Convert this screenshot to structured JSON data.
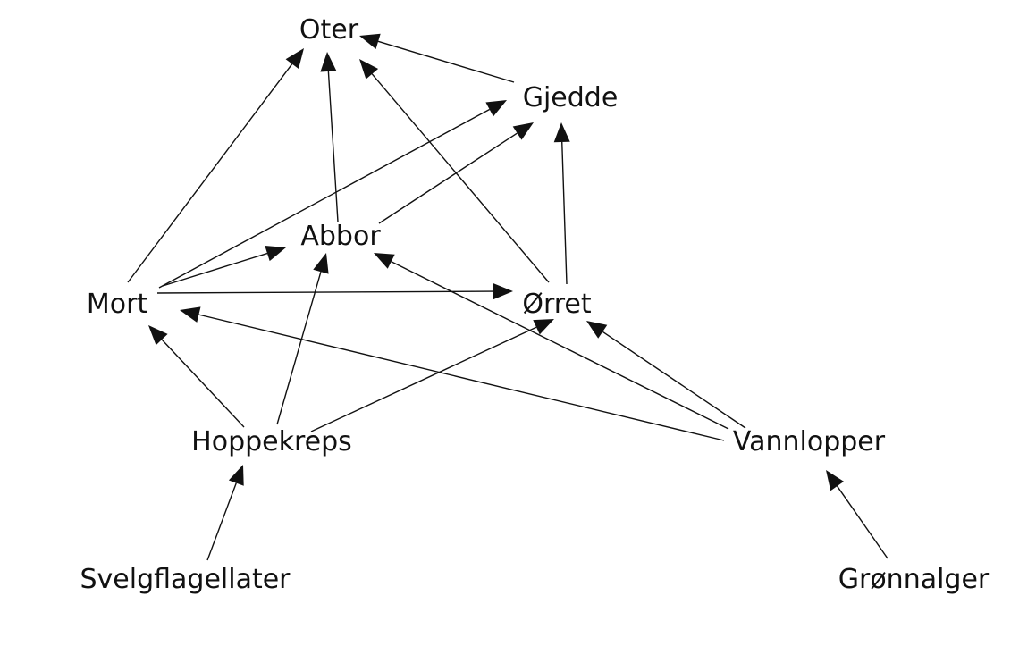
{
  "diagram": {
    "line_color": "#111111",
    "text_color": "#111111",
    "background": "#ffffff",
    "nodes": [
      {
        "id": "oter",
        "label": "Oter"
      },
      {
        "id": "gjedde",
        "label": "Gjedde"
      },
      {
        "id": "abbor",
        "label": "Abbor"
      },
      {
        "id": "mort",
        "label": "Mort"
      },
      {
        "id": "orret",
        "label": "Ørret"
      },
      {
        "id": "hoppekreps",
        "label": "Hoppekreps"
      },
      {
        "id": "vannlopper",
        "label": "Vannlopper"
      },
      {
        "id": "svelgflagellater",
        "label": "Svelgflagellater"
      },
      {
        "id": "gronnalger",
        "label": "Grønnalger"
      }
    ],
    "edges": [
      {
        "from": "gjedde",
        "to": "oter"
      },
      {
        "from": "mort",
        "to": "oter"
      },
      {
        "from": "abbor",
        "to": "oter"
      },
      {
        "from": "orret",
        "to": "oter"
      },
      {
        "from": "mort",
        "to": "gjedde"
      },
      {
        "from": "abbor",
        "to": "gjedde"
      },
      {
        "from": "orret",
        "to": "gjedde"
      },
      {
        "from": "mort",
        "to": "abbor"
      },
      {
        "from": "mort",
        "to": "orret"
      },
      {
        "from": "hoppekreps",
        "to": "mort"
      },
      {
        "from": "hoppekreps",
        "to": "abbor"
      },
      {
        "from": "hoppekreps",
        "to": "orret"
      },
      {
        "from": "vannlopper",
        "to": "mort"
      },
      {
        "from": "vannlopper",
        "to": "abbor"
      },
      {
        "from": "vannlopper",
        "to": "orret"
      },
      {
        "from": "svelgflagellater",
        "to": "hoppekreps"
      },
      {
        "from": "gronnalger",
        "to": "vannlopper"
      }
    ]
  }
}
